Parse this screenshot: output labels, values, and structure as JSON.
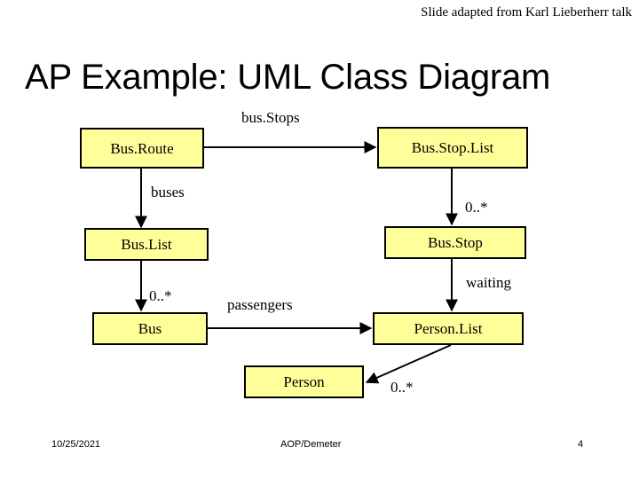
{
  "slide": {
    "credit": "Slide adapted from Karl Lieberherr talk",
    "title": "AP Example: UML Class Diagram",
    "background_color": "#ffffff",
    "node_fill_color": "#ffff99",
    "node_border_color": "#000000",
    "text_color": "#000000"
  },
  "diagram": {
    "type": "uml-class-diagram",
    "nodes": [
      {
        "id": "busroute",
        "label": "Bus.Route"
      },
      {
        "id": "busstoplist",
        "label": "Bus.Stop.List"
      },
      {
        "id": "buslist",
        "label": "Bus.List"
      },
      {
        "id": "busstop",
        "label": "Bus.Stop"
      },
      {
        "id": "bus",
        "label": "Bus"
      },
      {
        "id": "personlist",
        "label": "Person.List"
      },
      {
        "id": "person",
        "label": "Person"
      }
    ],
    "edges": [
      {
        "from": "busroute",
        "to": "busstoplist",
        "label": "bus.Stops",
        "direction": "horizontal"
      },
      {
        "from": "busroute",
        "to": "buslist",
        "label": "buses",
        "direction": "vertical"
      },
      {
        "from": "busstoplist",
        "to": "busstop",
        "label": "0..*",
        "direction": "vertical"
      },
      {
        "from": "buslist",
        "to": "bus",
        "label": "0..*",
        "direction": "vertical"
      },
      {
        "from": "bus",
        "to": "personlist",
        "label": "passengers",
        "direction": "horizontal"
      },
      {
        "from": "busstop",
        "to": "personlist",
        "label": "waiting",
        "direction": "vertical"
      },
      {
        "from": "personlist",
        "to": "person",
        "label": "0..*",
        "direction": "diagonal"
      }
    ]
  },
  "footer": {
    "date": "10/25/2021",
    "center": "AOP/Demeter",
    "page_number": "4"
  }
}
